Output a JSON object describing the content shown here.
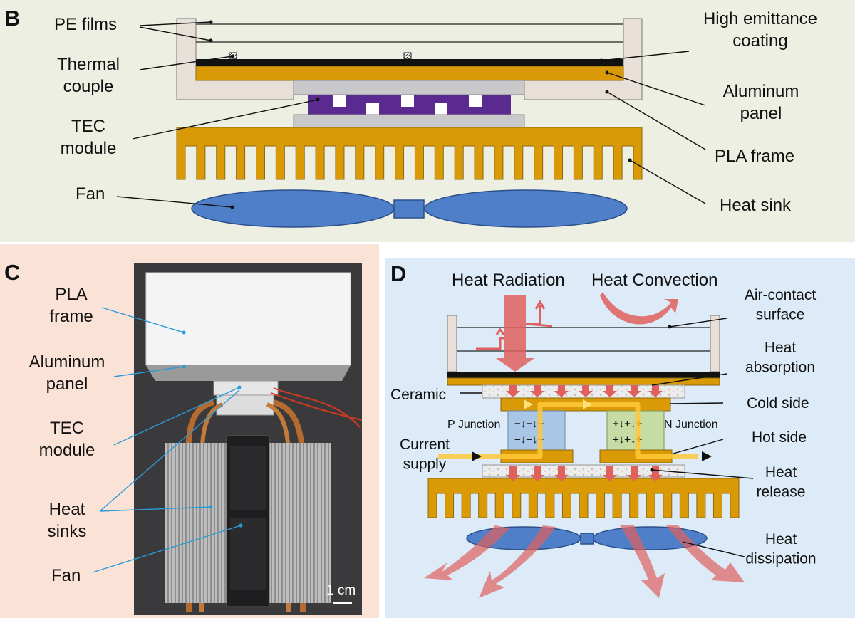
{
  "panels": {
    "b": {
      "letter": "B",
      "labels": {
        "pe_films": "PE films",
        "thermal_couple": "Thermal couple",
        "tec_module": "TEC module",
        "fan": "Fan",
        "high_emittance_coating": "High emittance coating",
        "aluminum_panel": "Aluminum panel",
        "pla_frame": "PLA frame",
        "heat_sink": "Heat sink"
      }
    },
    "c": {
      "letter": "C",
      "labels": {
        "pla_frame": "PLA frame",
        "aluminum_panel": "Aluminum panel",
        "tec_module": "TEC module",
        "heat_sinks": "Heat sinks",
        "fan": "Fan",
        "scale": "1 cm"
      }
    },
    "d": {
      "letter": "D",
      "labels": {
        "heat_radiation": "Heat Radiation",
        "heat_convection": "Heat Convection",
        "air_contact_surface": "Air-contact surface",
        "heat_absorption": "Heat absorption",
        "ceramic": "Ceramic",
        "cold_side": "Cold side",
        "p_junction": "P Junction",
        "n_junction": "N Junction",
        "hot_side": "Hot side",
        "current_supply": "Current supply",
        "heat_release": "Heat release",
        "heat_dissipation": "Heat dissipation"
      }
    }
  },
  "colors": {
    "panel_b_bg": "#eeefe3",
    "panel_c_bg": "#fbe2d6",
    "panel_d_bg": "#dcebf7",
    "heat_sink_gold": "#d99a06",
    "pla_frame": "#e8e0d8",
    "tec_purple": "#5a2a90",
    "fan_blue": "#4f7fc8",
    "heat_arrow_red": "#e0605e",
    "current_arrow_yellow": "#ffc83a"
  }
}
